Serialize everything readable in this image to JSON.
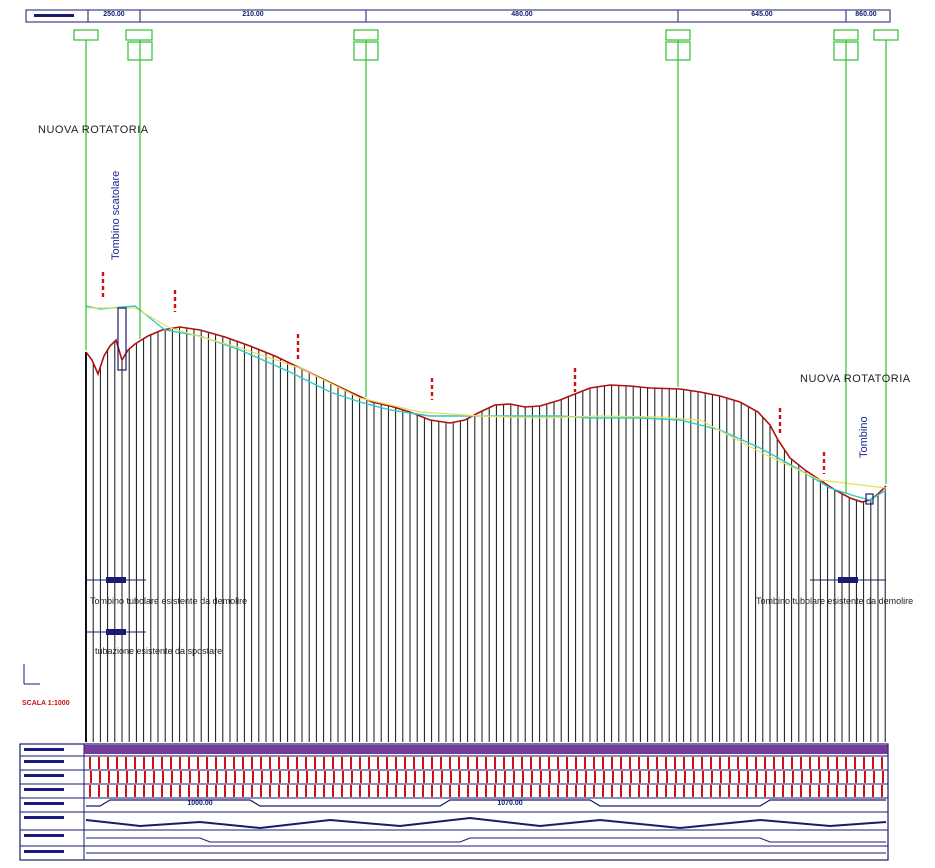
{
  "roundabout_left": "NUOVA ROTATORIA",
  "roundabout_right": "NUOVA ROTATORIA",
  "culvert_left": "Tombino scatolare",
  "culvert_right": "Tombino",
  "note_left_1": "Tombino tubolare esistente da demolire",
  "note_left_2": "tubazione esistente da spostare",
  "note_right": "Tombino tubolare esistente da demolire",
  "scale_label": "SCALA 1:1000",
  "sections": [
    "250.00",
    "210.00",
    "480.00",
    "645.00",
    "860.00",
    "1000.00",
    "1070.00"
  ],
  "colors": {
    "terrain": "#b01010",
    "design": "#2ec9c9",
    "guide": "#30c030",
    "frame": "#1a1a70",
    "band": "#5a1a8a",
    "marker": "#d01010",
    "yellow": "#e6e05a"
  }
}
